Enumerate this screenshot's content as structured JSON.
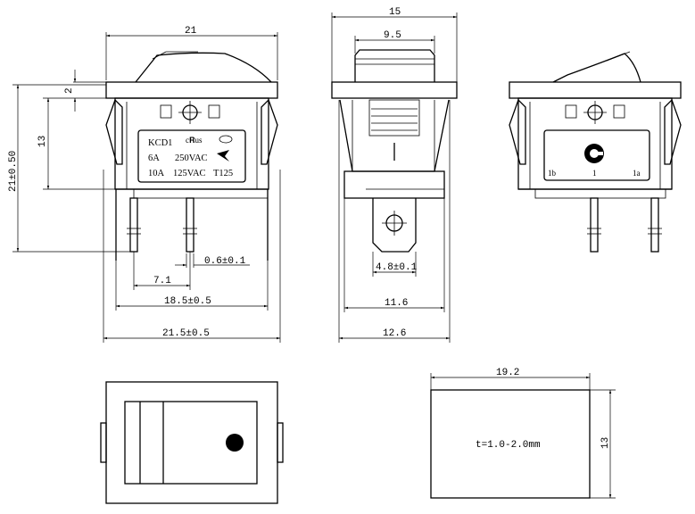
{
  "drawing": {
    "front_view": {
      "dim_top_width": "21",
      "dim_rocker_offset": "2",
      "dim_body_height": "13",
      "dim_total_height": "21±0.50",
      "dim_pin_width": "0.6±0.1",
      "dim_pin_pitch": "7.1",
      "dim_pin_span": "18.5±0.5",
      "dim_overall_width": "21.5±0.5",
      "label_line1": "KCD1",
      "label_cert": "c𝐑us",
      "label_row2_left": "6A",
      "label_row2_right": "250VAC",
      "label_row3_left": "10A",
      "label_row3_mid": "125VAC",
      "label_row3_right": "T125"
    },
    "side_view": {
      "dim_top_width": "15",
      "dim_inner_width": "9.5",
      "dim_terminal_width": "4.8±0.1",
      "dim_body_width": "11.6",
      "dim_overall_width": "12.6"
    },
    "back_view": {
      "terminal_1b": "1b",
      "terminal_1": "1",
      "terminal_1a": "1a"
    },
    "panel_cutout": {
      "dim_width": "19.2",
      "dim_height": "13",
      "thickness_note": "t=1.0-2.0mm"
    }
  }
}
